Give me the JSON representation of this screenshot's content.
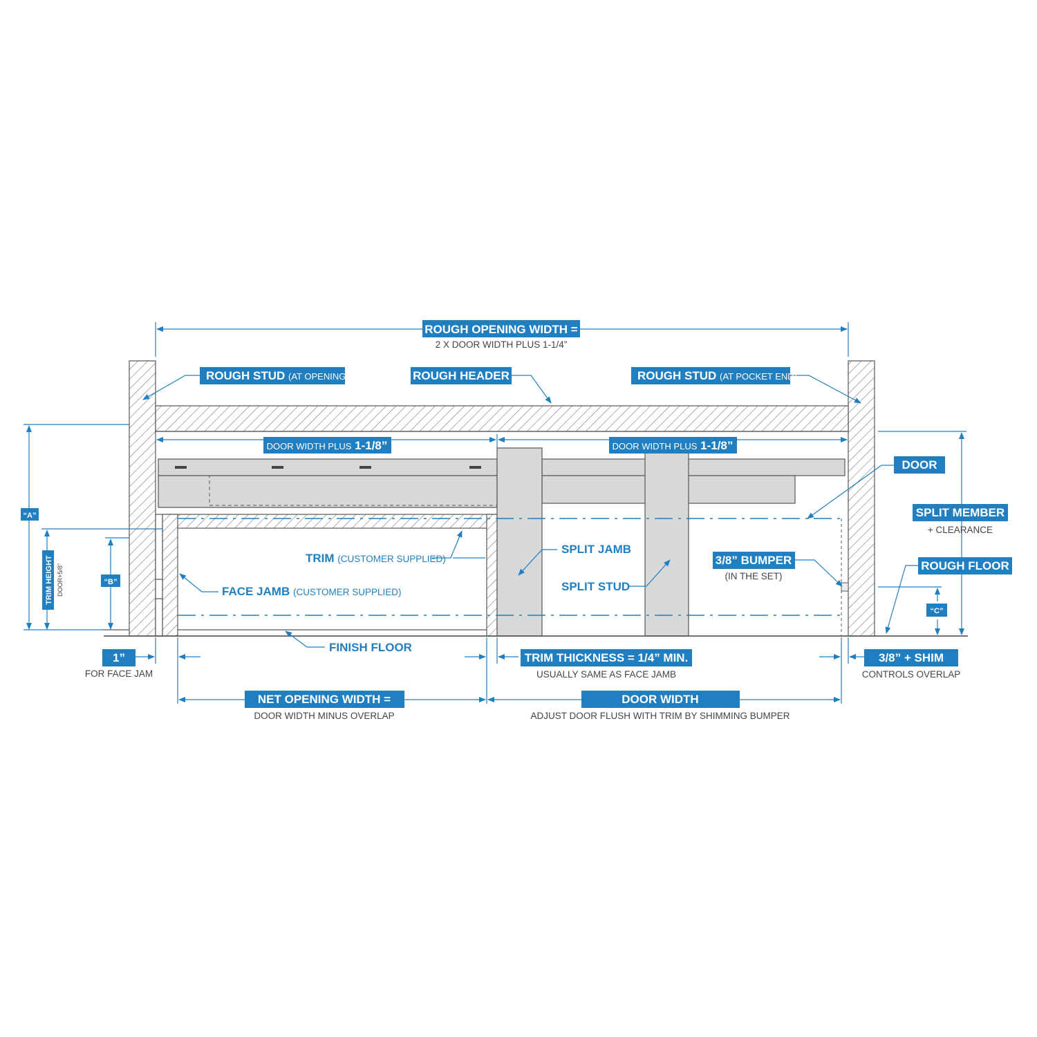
{
  "colors": {
    "accent": "#1f7fc1",
    "part_fill": "#d8d8d8",
    "outline": "#555555"
  },
  "labels": {
    "rough_opening": {
      "title": "ROUGH OPENING WIDTH =",
      "sub": "2 X DOOR WIDTH PLUS 1-1/4”"
    },
    "rough_stud_opening": {
      "title": "ROUGH STUD",
      "sub": "(AT OPENING)"
    },
    "rough_header": {
      "title": "ROUGH HEADER"
    },
    "rough_stud_pocket": {
      "title": "ROUGH STUD",
      "sub": "(AT POCKET END)"
    },
    "door_width_left": {
      "pre": "DOOR WIDTH PLUS",
      "bold": "1-1/8”"
    },
    "door_width_right": {
      "pre": "DOOR WIDTH PLUS",
      "bold": "1-1/8”"
    },
    "door": {
      "title": "DOOR"
    },
    "split_member": {
      "title": "SPLIT MEMBER",
      "sub": "+ CLEARANCE"
    },
    "rough_floor": {
      "title": "ROUGH FLOOR"
    },
    "a": {
      "title": "“A”"
    },
    "b": {
      "title": "“B”"
    },
    "c": {
      "title": "“C”"
    },
    "trim_height": {
      "title": "TRIM HEIGHT",
      "sub": "DOOR+5/8”"
    },
    "trim": {
      "title": "TRIM",
      "sub": "(CUSTOMER SUPPLIED)"
    },
    "face_jamb": {
      "title": "FACE JAMB",
      "sub": "(CUSTOMER SUPPLIED)"
    },
    "split_jamb": {
      "title": "SPLIT JAMB"
    },
    "split_stud": {
      "title": "SPLIT STUD"
    },
    "bumper": {
      "title": "3/8” BUMPER",
      "sub": "(IN THE SET)"
    },
    "finish_floor": {
      "title": "FINISH FLOOR"
    },
    "one_inch": {
      "title": "1”",
      "sub": "FOR FACE JAM"
    },
    "trim_thickness": {
      "title": "TRIM THICKNESS = 1/4” MIN.",
      "sub": "USUALLY SAME AS FACE JAMB"
    },
    "shim": {
      "title": "3/8” + SHIM",
      "sub": "CONTROLS OVERLAP"
    },
    "net_opening": {
      "title": "NET OPENING WIDTH =",
      "sub": "DOOR WIDTH MINUS OVERLAP"
    },
    "door_width": {
      "title": "DOOR WIDTH",
      "sub": "ADJUST DOOR FLUSH WITH TRIM BY SHIMMING BUMPER"
    }
  }
}
